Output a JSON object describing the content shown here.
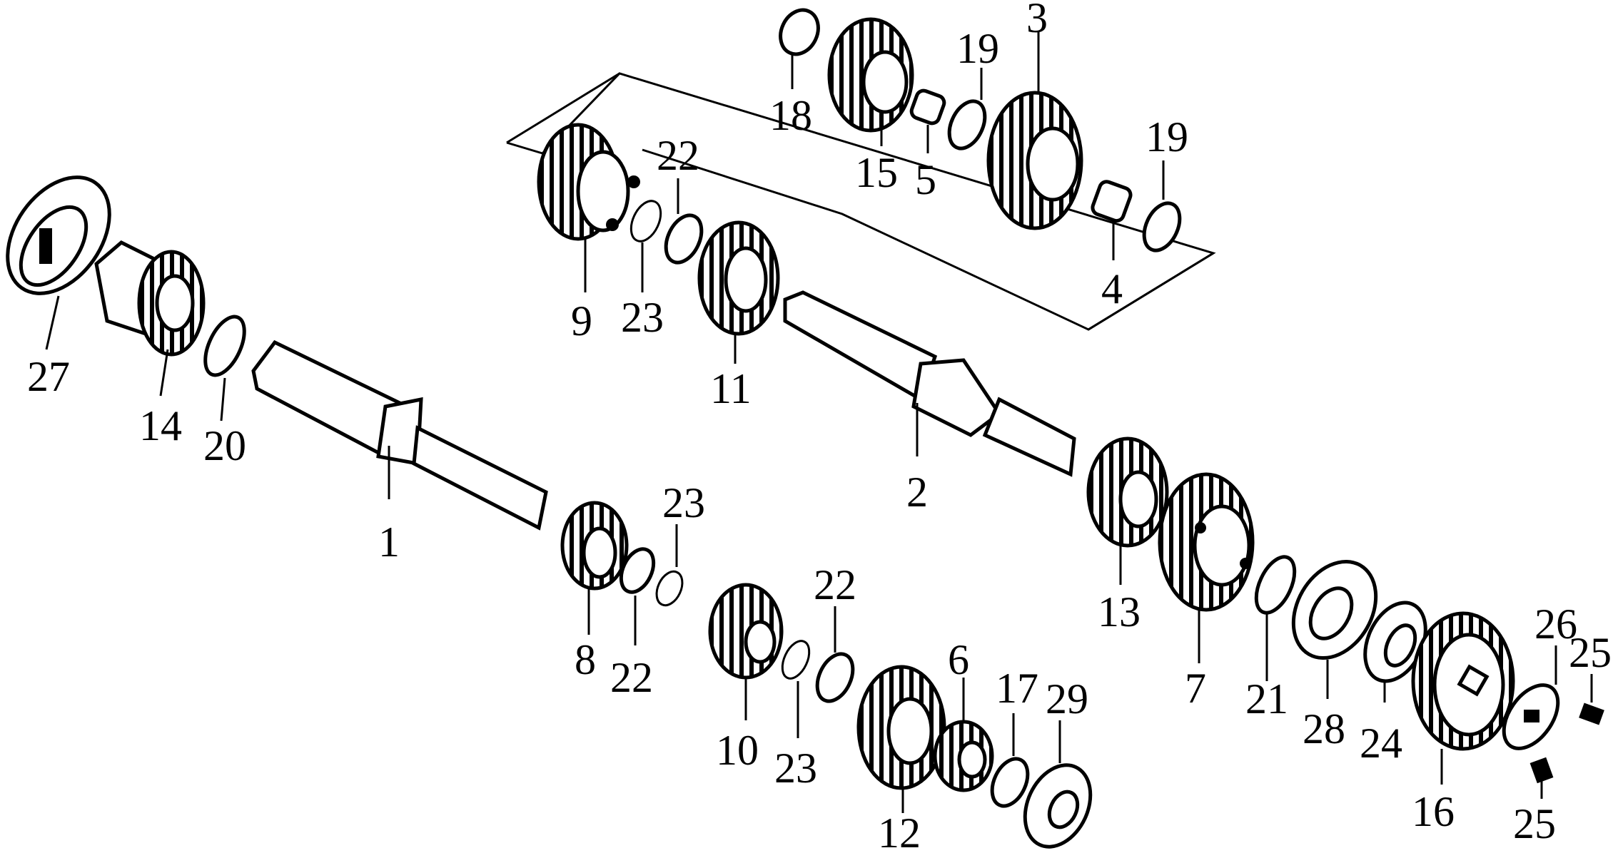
{
  "labels": {
    "p1": "1",
    "p2": "2",
    "p3": "3",
    "p4": "4",
    "p5": "5",
    "p6": "6",
    "p7": "7",
    "p8": "8",
    "p9": "9",
    "p10": "10",
    "p11": "11",
    "p12": "12",
    "p13": "13",
    "p14": "14",
    "p15": "15",
    "p16": "16",
    "p17": "17",
    "p18": "18",
    "p19a": "19",
    "p19b": "19",
    "p20": "20",
    "p21": "21",
    "p22a": "22",
    "p22b": "22",
    "p22c": "22",
    "p23a": "23",
    "p23b": "23",
    "p23c": "23",
    "p24": "24",
    "p25a": "25",
    "p25b": "25",
    "p26": "26",
    "p27": "27",
    "p28": "28",
    "p29": "29"
  }
}
